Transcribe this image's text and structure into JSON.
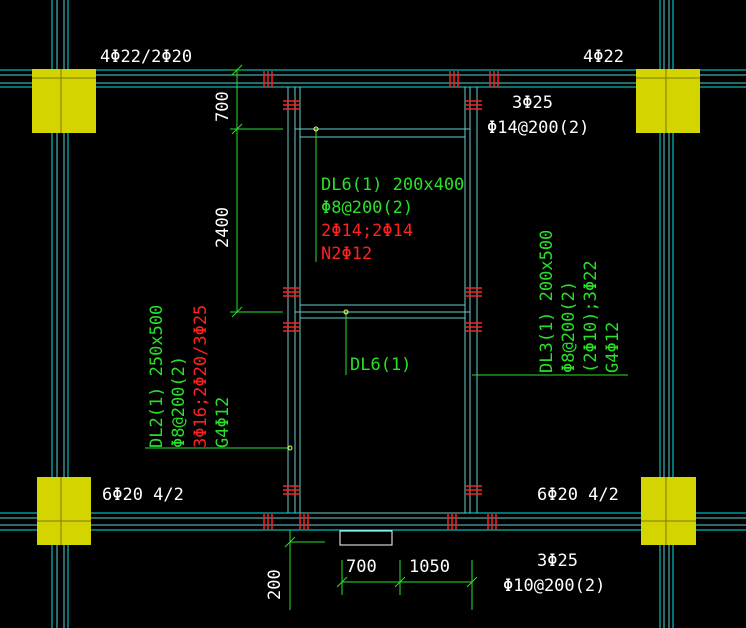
{
  "colors": {
    "background": "#000000",
    "axis": "#00e5e5",
    "beam": "#66cccc",
    "column": "#d4d400",
    "rebar_tick": "#ff2020",
    "green": "#28e028",
    "red": "#ff2020",
    "white": "#ffffff"
  },
  "annotations": {
    "top_left_rebar": "4Φ22/2Φ20",
    "top_right_rebar": "4Φ22",
    "top_right_beam_top": "3Φ25",
    "top_right_beam_stirrup": "Φ14@200(2)",
    "bottom_left_rebar": "6Φ20 4/2",
    "bottom_right_rebar": "6Φ20 4/2",
    "bottom_right_beam_top": "3Φ25",
    "bottom_right_beam_stirrup": "Φ10@200(2)"
  },
  "dimensions": {
    "d700_top": "700",
    "d2400": "2400",
    "d200": "200",
    "d700_bottom": "700",
    "d1050": "1050"
  },
  "dl6_label": {
    "line1": "DL6(1) 200x400",
    "line2": "Φ8@200(2)",
    "line3": "2Φ14;2Φ14",
    "line4": "N2Φ12"
  },
  "dl6_short": "DL6(1)",
  "dl2_label": {
    "line1": "DL2(1) 250x500",
    "line2": "Φ8@200(2)",
    "line3": "3Φ16;2Φ20/3Φ25",
    "line4": "G4Φ12"
  },
  "dl3_label": {
    "line1": "DL3(1) 200x500",
    "line2": "Φ8@200(2)",
    "line3": "(2Φ10);3Φ22",
    "line4": "G4Φ12"
  }
}
